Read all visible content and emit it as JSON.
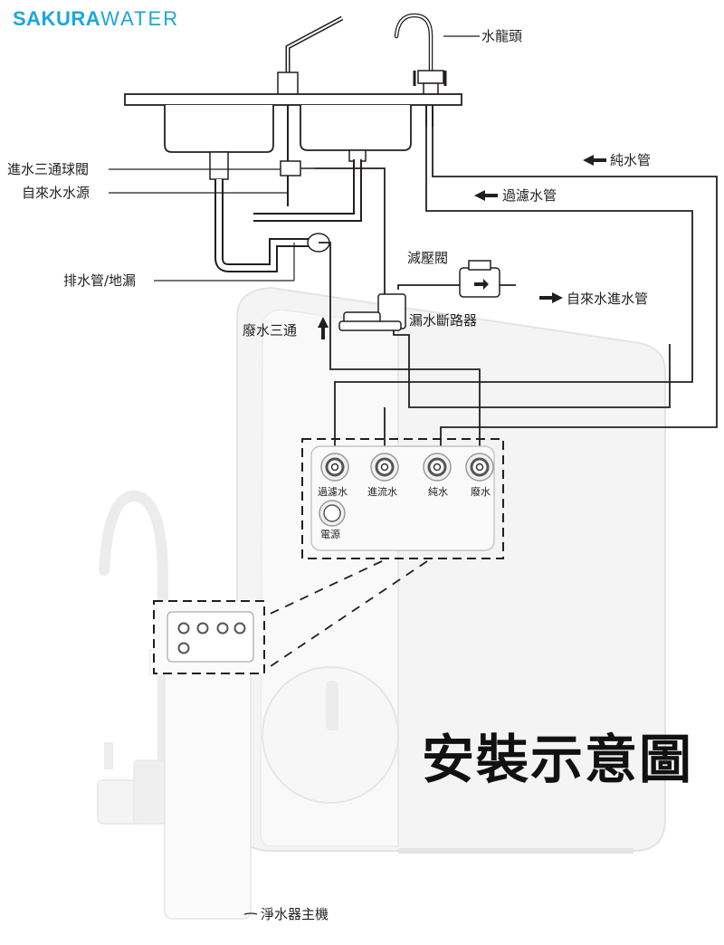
{
  "brand": {
    "part1": "SAKURA",
    "part2": "WATER"
  },
  "labels": {
    "faucet": "水龍頭",
    "tee_valve": "進水三通球閥",
    "tap_source": "自來水水源",
    "drain": "排水管/地漏",
    "pure_pipe": "純水管",
    "filtered_pipe": "過濾水管",
    "pressure_valve": "減壓閥",
    "inlet_pipe": "自來水進水管",
    "leak_breaker": "漏水斷路器",
    "waste_tee": "廢水三通",
    "main_unit": "淨水器主機"
  },
  "ports": [
    "過濾水",
    "進流水",
    "純水",
    "廢水"
  ],
  "power": "電源",
  "title": "安裝示意圖",
  "colors": {
    "brand": "#1aa6df",
    "line": "#231f20",
    "unit": "#eeeeee"
  }
}
